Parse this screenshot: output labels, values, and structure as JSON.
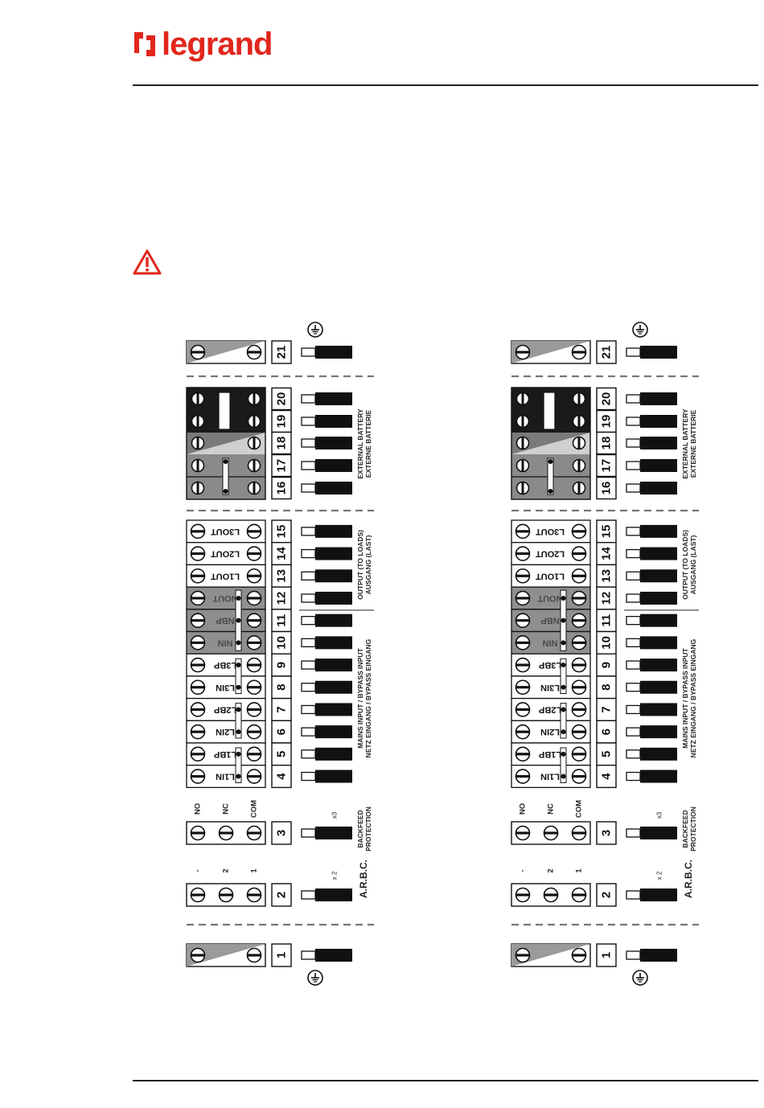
{
  "header": {
    "brand": "legrand",
    "brand_color": "#e1261c"
  },
  "diagrams": [
    {
      "earth_top_number": "21",
      "battery_numbers": [
        "20",
        "19",
        "18",
        "17",
        "16"
      ],
      "output_rows": [
        {
          "num": "15",
          "label": "L3OUT"
        },
        {
          "num": "14",
          "label": "L2OUT"
        },
        {
          "num": "13",
          "label": "L1OUT"
        },
        {
          "num": "12",
          "label": "NOUT"
        }
      ],
      "input_rows": [
        {
          "num": "11",
          "label": "NBP"
        },
        {
          "num": "10",
          "label": "NIN"
        },
        {
          "num": "9",
          "label": "L3BP"
        },
        {
          "num": "8",
          "label": "L3IN"
        },
        {
          "num": "7",
          "label": "L2BP"
        },
        {
          "num": "6",
          "label": "L2IN"
        },
        {
          "num": "5",
          "label": "L1BP"
        },
        {
          "num": "4",
          "label": "L1IN"
        }
      ],
      "backfeed": {
        "num": "3",
        "terminals": [
          "NO",
          "NC",
          "COM"
        ],
        "multiplier": "x3"
      },
      "arbc": {
        "num": "2",
        "terminals": [
          "-",
          "2",
          "1"
        ],
        "multiplier": "x 2"
      },
      "earth_bottom_number": "1",
      "labels": {
        "battery": [
          "EXTERNAL BATTERY",
          "EXTERNE BATTERIE"
        ],
        "output": [
          "OUTPUT (TO LOADS)",
          "AUSGANG (LAST)"
        ],
        "input": [
          "MAINS INPUT / BYPASS INPUT",
          "NETZ EINGANG / BYPASS EINGANG"
        ],
        "backfeed": [
          "BACKFEED",
          "PROTECTION"
        ],
        "arbc": [
          "A.R.B.C."
        ]
      }
    },
    {
      "earth_top_number": "21",
      "battery_numbers": [
        "20",
        "19",
        "18",
        "17",
        "16"
      ],
      "output_rows": [
        {
          "num": "15",
          "label": "L3OUT"
        },
        {
          "num": "14",
          "label": "L2OUT"
        },
        {
          "num": "13",
          "label": "L1OUT"
        },
        {
          "num": "12",
          "label": "NOUT"
        }
      ],
      "input_rows": [
        {
          "num": "11",
          "label": "NBP"
        },
        {
          "num": "10",
          "label": "NIN"
        },
        {
          "num": "9",
          "label": "L3BP"
        },
        {
          "num": "8",
          "label": "L3IN"
        },
        {
          "num": "7",
          "label": "L2BP"
        },
        {
          "num": "6",
          "label": "L2IN"
        },
        {
          "num": "5",
          "label": "L1BP"
        },
        {
          "num": "4",
          "label": "L1IN"
        }
      ],
      "backfeed": {
        "num": "3",
        "terminals": [
          "NO",
          "NC",
          "COM"
        ],
        "multiplier": "x3"
      },
      "arbc": {
        "num": "2",
        "terminals": [
          "-",
          "2",
          "1"
        ],
        "multiplier": "x 2"
      },
      "earth_bottom_number": "1",
      "labels": {
        "battery": [
          "EXTERNAL BATTERY",
          "EXTERNE BATTERIE"
        ],
        "output": [
          "OUTPUT (TO LOADS)",
          "AUSGANG (LAST)"
        ],
        "input": [
          "MAINS INPUT / BYPASS INPUT",
          "NETZ EINGANG / BYPASS EINGANG"
        ],
        "backfeed": [
          "BACKFEED",
          "PROTECTION"
        ],
        "arbc": [
          "A.R.B.C."
        ]
      }
    }
  ]
}
